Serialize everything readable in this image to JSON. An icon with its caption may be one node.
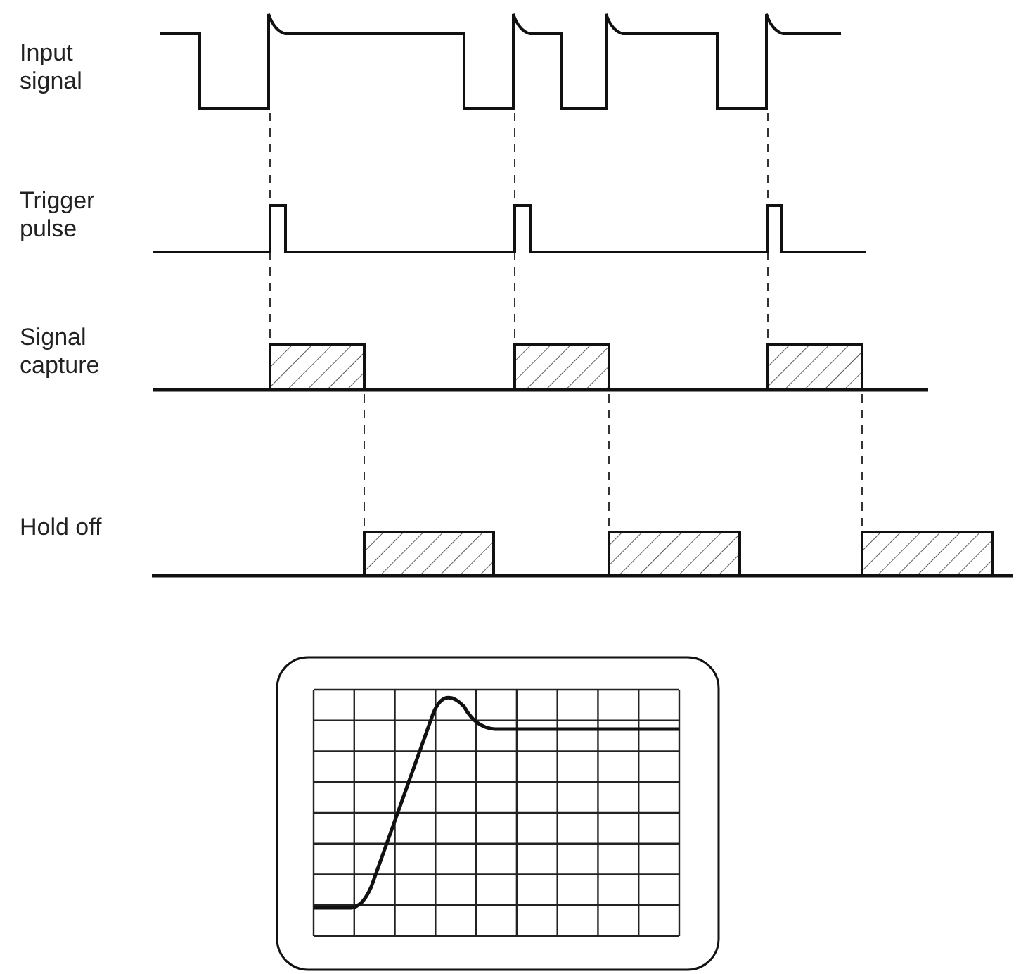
{
  "diagram": {
    "labels": [
      "Input signal",
      "Trigger pulse",
      "Signal capture",
      "Hold off"
    ]
  }
}
